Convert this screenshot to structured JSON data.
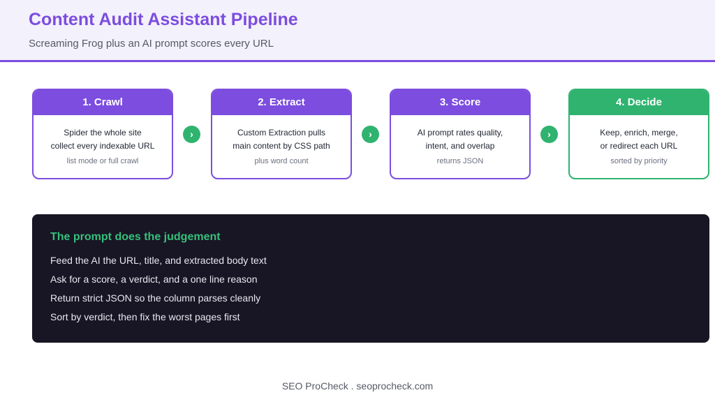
{
  "header": {
    "title": "Content Audit Assistant Pipeline",
    "subtitle": "Screaming Frog plus an AI prompt scores every URL"
  },
  "colors": {
    "accent": "#7c4ddf",
    "green": "#2fb36f",
    "panel_bg": "#181524",
    "header_bg": "#f3f1fb"
  },
  "steps": [
    {
      "title": "1. Crawl",
      "line1": "Spider the whole site",
      "line2": "collect every indexable URL",
      "note": "list mode or full crawl"
    },
    {
      "title": "2. Extract",
      "line1": "Custom Extraction pulls",
      "line2": "main content by CSS path",
      "note": "plus word count"
    },
    {
      "title": "3. Score",
      "line1": "AI prompt rates quality,",
      "line2": "intent, and overlap",
      "note": "returns JSON"
    },
    {
      "title": "4. Decide",
      "line1": "Keep, enrich, merge,",
      "line2": "or redirect each URL",
      "note": "sorted by priority"
    }
  ],
  "arrow_glyph": "›",
  "panel": {
    "title": "The prompt does the judgement",
    "lines": [
      "Feed the AI the URL, title, and extracted body text",
      "Ask for a score, a verdict, and a one line reason",
      "Return strict JSON so the column parses cleanly",
      "Sort by verdict, then fix the worst pages first"
    ]
  },
  "footer": "SEO ProCheck . seoprocheck.com"
}
